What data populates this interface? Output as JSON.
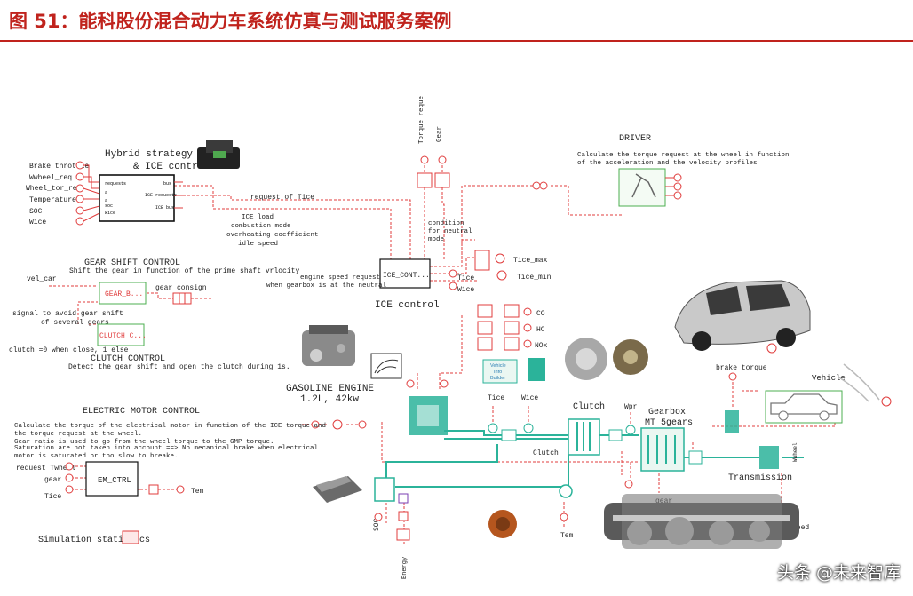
{
  "figure": {
    "title": "图 51：能科股份混合动力车系统仿真与测试服务案例",
    "watermark": "头条 @未来智库"
  },
  "hybrid": {
    "title_1": "Hybrid strategy control",
    "title_2": "& ICE control",
    "inputs": [
      "Brake throttle",
      "Wwheel_req",
      "Wheel_tor_req",
      "Temperature",
      "SOC",
      "Wice"
    ],
    "ports_in": [
      "requests",
      "a",
      "a",
      "soc",
      "Wice"
    ],
    "ports_out": [
      "bus",
      "ICE requests",
      "ICE bus"
    ],
    "request_label": "request of Tice",
    "bus_labels": [
      "ICE load",
      "combustion mode",
      "overheating coefficient",
      "idle speed"
    ]
  },
  "gear_shift": {
    "title": "GEAR SHIFT CONTROL",
    "desc": "Shift the gear in function of the prime shaft vrlocity",
    "vel_car": "vel_car",
    "block": "GEAR_B...",
    "consign": "gear consign",
    "signal_1": "signal to avoid gear shift",
    "signal_2": "of several gears"
  },
  "clutch_control": {
    "block": "CLUTCH_C...",
    "note": "clutch =0 when close, 1 else",
    "title": "CLUTCH CONTROL",
    "desc": "Detect the gear shift and open the clutch during 1s."
  },
  "ice_control": {
    "block": "ICE_CONT...",
    "title": "ICE control",
    "torque_req": "Torque reque",
    "gear": "Gear",
    "condition": [
      "condition",
      "for neutral",
      "mode"
    ],
    "engine_speed": [
      "engine speed request",
      "when gearbox is at the neutral"
    ],
    "tice_max": "Tice_max",
    "tice_min": "Tice_min",
    "tice": "Tice",
    "wice": "Wice"
  },
  "driver": {
    "title": "DRIVER",
    "desc_1": "Calculate the torque request at the wheel in function",
    "desc_2": "of the acceleration and the velocity profiles"
  },
  "emissions": {
    "co": "CO",
    "hc": "HC",
    "nox": "NOx",
    "vehicle_info": [
      "Vehicle",
      "Info",
      "Builder"
    ]
  },
  "engine": {
    "title": "GASOLINE ENGINE",
    "spec": "1.2L, 42kw",
    "tice": "Tice",
    "wice": "Wice"
  },
  "electric": {
    "title": "ELECTRIC MOTOR CONTROL",
    "desc": [
      "Calculate the torque of the electrical motor in function of the ICE torque and",
      "the torque request at the wheel.",
      "Gear ratio is used to go from the wheel torque to the GMP torque.",
      "Saturation are not taken into account ==> No mecanical brake when electrical",
      "motor is saturated or too slow to breake."
    ],
    "inputs": [
      "request Twheel",
      "gear",
      "Tice"
    ],
    "block": "EM_CTRL",
    "out": "Tem"
  },
  "drivetrain": {
    "clutch_title": "Clutch",
    "clutch_label": "Clutch",
    "wpr": "Wpr",
    "gearbox_1": "Gearbox",
    "gearbox_2": "MT 5gears",
    "transmission": "Transmission",
    "wwheel": "Wwheel",
    "gear": "gear",
    "car_speed": "car speed",
    "brake_torque": "brake torque",
    "vehicle": "Vehicle",
    "soc": "SOC",
    "energy": "Energy",
    "tem": "Tem"
  },
  "simulation": {
    "label": "Simulation statistics"
  },
  "colors": {
    "title": "#c0231d",
    "signal": "#e03c3c",
    "mech": "#2bb39a",
    "label": "#222222"
  }
}
